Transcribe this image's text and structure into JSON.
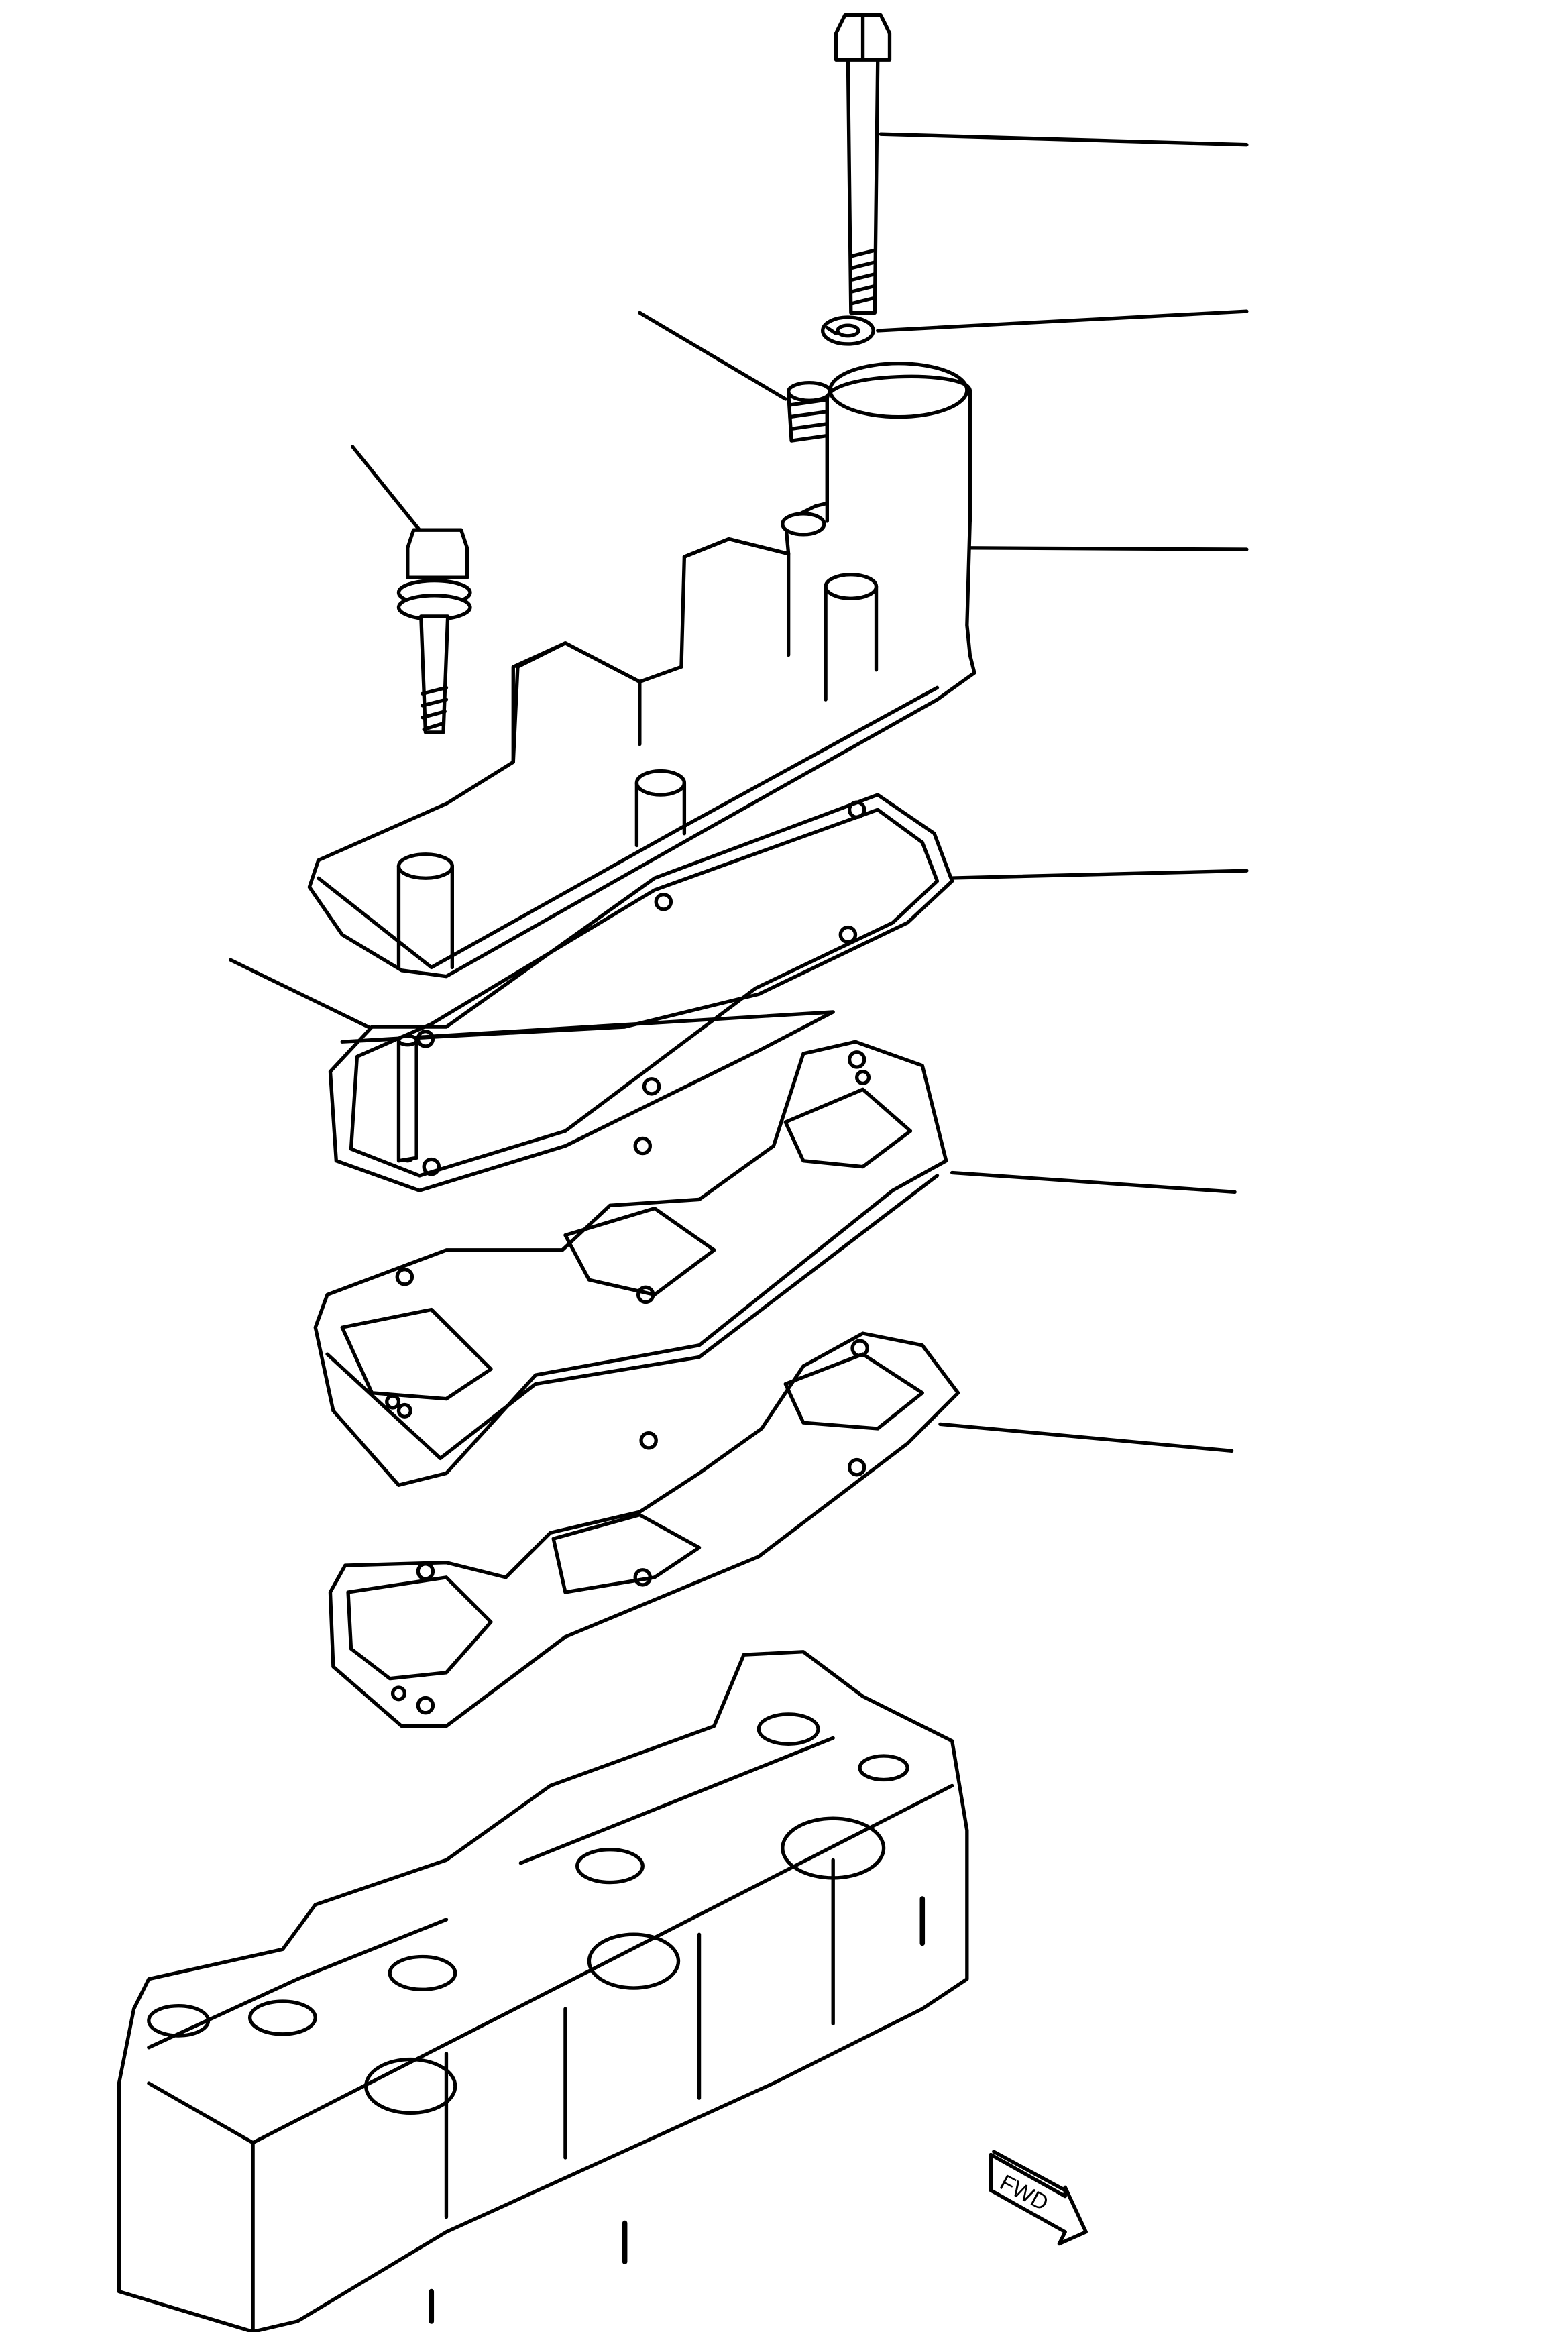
{
  "diagram": {
    "type": "exploded parts view",
    "subject": "cylinder head cover / rocker cover assembly",
    "background": "#ffffff",
    "ink": "#000000",
    "parts": [
      {
        "id": "bolt-long",
        "name": "Long hex bolt",
        "leader_to_right": true
      },
      {
        "id": "lock-washer",
        "name": "Lock washer",
        "leader_to_right": true
      },
      {
        "id": "plug",
        "name": "Threaded plug",
        "leader_to_left": true
      },
      {
        "id": "bolt-short",
        "name": "Hex bolt with washer",
        "leader_to_left": true
      },
      {
        "id": "cover",
        "name": "Head cover with outlet",
        "leader_to_right": true
      },
      {
        "id": "gasket-upper",
        "name": "Upper gasket",
        "leader_to_right": true
      },
      {
        "id": "dowel-pin",
        "name": "Dowel pin",
        "leader_to_left": true
      },
      {
        "id": "spacer-plate",
        "name": "Spacer / manifold plate",
        "leader_to_right": true
      },
      {
        "id": "gasket-lower",
        "name": "Lower gasket",
        "leader_to_right": true
      },
      {
        "id": "cylinder-head",
        "name": "Cylinder head",
        "leader_to_right": false
      }
    ],
    "direction_marker": {
      "label": "FWD",
      "icon": "forward-arrow-icon"
    }
  }
}
